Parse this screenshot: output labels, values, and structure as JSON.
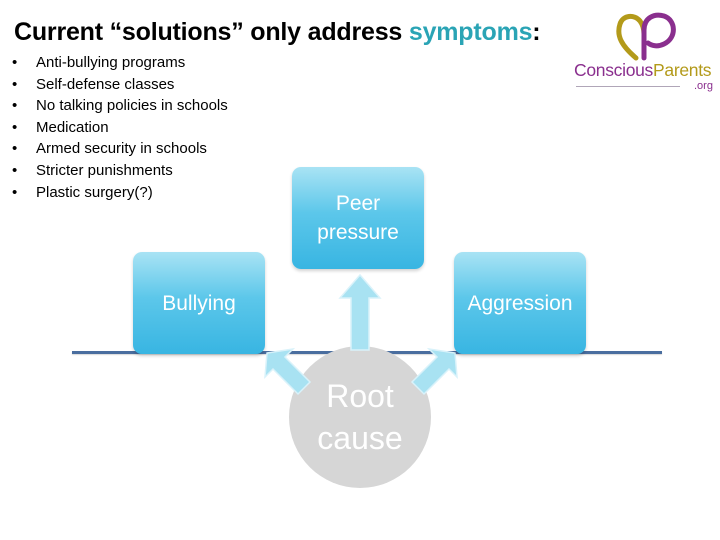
{
  "title": {
    "prefix": "Current “solutions” only address ",
    "highlight": "symptoms",
    "suffix": ":"
  },
  "bullets": [
    "Anti-bullying programs",
    "Self-defense classes",
    "No talking policies in schools",
    "Medication",
    "Armed security in schools",
    "Stricter punishments",
    "Plastic surgery(?)"
  ],
  "bullet_marker": "•",
  "logo": {
    "part1": "Conscious",
    "part2": "Parents",
    "suffix": ".org"
  },
  "diagram": {
    "root_line1": "Root",
    "root_line2": "cause",
    "symptoms": {
      "left": "Bullying",
      "middle_line1": "Peer",
      "middle_line2": "pressure",
      "right": "Aggression"
    }
  },
  "colors": {
    "accent": "#2aa4b5",
    "box": "#38b5e2",
    "baseline": "#4a6e9f",
    "root": "#d6d6d6",
    "arrow": "#a8e2f2",
    "logo_purple": "#8a2f8e",
    "logo_gold": "#b39a1a"
  }
}
